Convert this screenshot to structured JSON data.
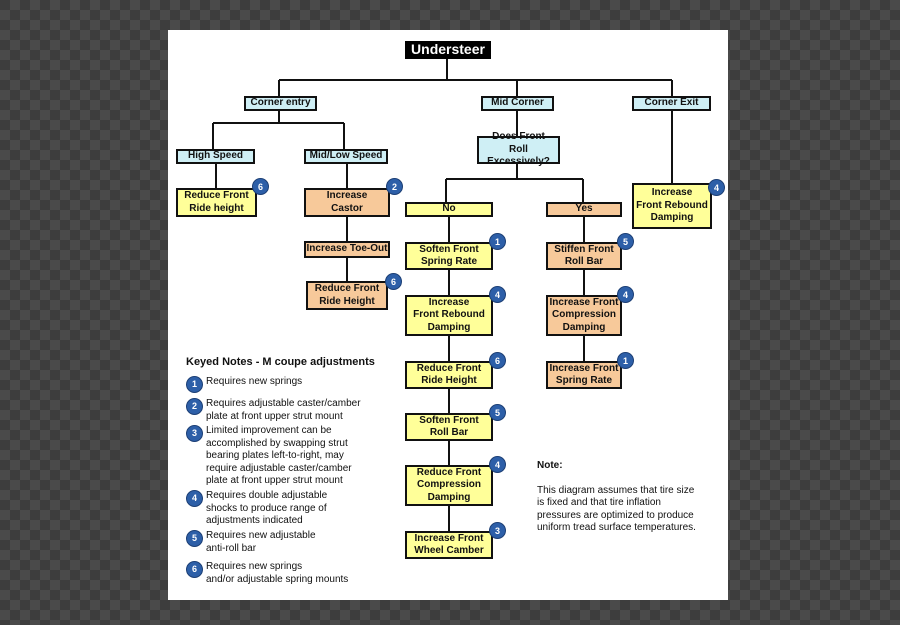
{
  "colors": {
    "title": "#000000",
    "category": "#cfeff5",
    "action": "#ffff99",
    "alt_action": "#f7c99a",
    "badge": "#2d5fa8"
  },
  "root": "Understeer",
  "categories": {
    "entry": "Corner entry",
    "mid": "Mid Corner",
    "exit": "Corner Exit"
  },
  "entry": {
    "high_speed": "High Speed",
    "mid_low_speed": "Mid/Low Speed",
    "reduce_front_ride_height": {
      "label": "Reduce Front\nRide height",
      "note": "6"
    },
    "increase_castor": {
      "label": "Increase\nCastor",
      "note": "2"
    },
    "increase_toe_out": {
      "label": "Increase Toe-Out"
    },
    "reduce_ride_height_2": {
      "label": "Reduce Front\nRide Height",
      "note": "6"
    }
  },
  "mid": {
    "question": "Does Front\nRoll Excessively?",
    "no": "No",
    "yes": "Yes",
    "no_steps": [
      {
        "label": "Soften Front\nSpring Rate",
        "note": "1"
      },
      {
        "label": "Increase\nFront Rebound\nDamping",
        "note": "4"
      },
      {
        "label": "Reduce Front\nRide Height",
        "note": "6"
      },
      {
        "label": "Soften Front\nRoll Bar",
        "note": "5"
      },
      {
        "label": "Reduce Front\nCompression\nDamping",
        "note": "4"
      },
      {
        "label": "Increase Front\nWheel Camber",
        "note": "3"
      }
    ],
    "yes_steps": [
      {
        "label": "Stiffen Front\nRoll Bar",
        "note": "5"
      },
      {
        "label": "Increase Front\nCompression\nDamping",
        "note": "4"
      },
      {
        "label": "Increase Front\nSpring Rate",
        "note": "1"
      }
    ]
  },
  "exit": {
    "increase_front_rebound": {
      "label": "Increase\nFront Rebound\nDamping",
      "note": "4"
    }
  },
  "keyed_notes": {
    "title": "Keyed Notes - M coupe adjustments",
    "items": [
      {
        "num": "1",
        "text": "Requires new springs"
      },
      {
        "num": "2",
        "text": "Requires adjustable caster/camber\nplate at front upper strut mount"
      },
      {
        "num": "3",
        "text": "Limited improvement can be\naccomplished by swapping strut\nbearing plates left-to-right, may\nrequire adjustable caster/camber\nplate at front upper strut mount"
      },
      {
        "num": "4",
        "text": "Requires double adjustable\nshocks to produce range of\nadjustments indicated"
      },
      {
        "num": "5",
        "text": "Requires new adjustable\nanti-roll bar"
      },
      {
        "num": "6",
        "text": "Requires new springs\nand/or adjustable spring mounts"
      }
    ]
  },
  "side_note": {
    "title": "Note:",
    "text": "This diagram assumes that tire size\nis fixed and that tire inflation\npressures are optimized to produce\nuniform tread surface temperatures."
  }
}
